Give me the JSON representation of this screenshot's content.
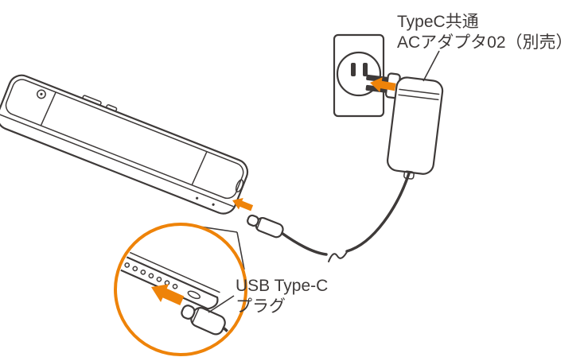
{
  "labels": {
    "adapter_line1": "TypeC共通",
    "adapter_line2": "ACアダプタ02（別売）",
    "plug_line1": "USB Type-C",
    "plug_line2": "プラグ"
  },
  "colors": {
    "outline": "#3E3A39",
    "accent": "#EE8309",
    "background": "#FFFFFF"
  },
  "icons": {
    "insertion_arrow": "solid-orange-arrow",
    "cable_break": "wave-break-symbol",
    "magnifier": "orange-zoom-circle"
  }
}
